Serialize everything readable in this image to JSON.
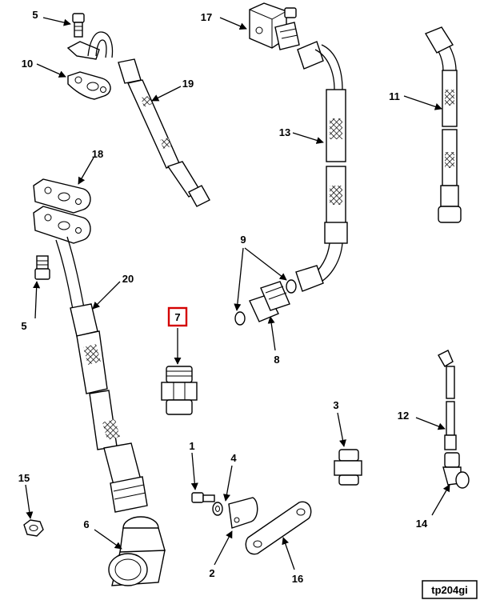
{
  "callouts": [
    {
      "id": "c1",
      "label": "1"
    },
    {
      "id": "c2",
      "label": "2"
    },
    {
      "id": "c3",
      "label": "3"
    },
    {
      "id": "c4",
      "label": "4"
    },
    {
      "id": "c5a",
      "label": "5"
    },
    {
      "id": "c5b",
      "label": "5"
    },
    {
      "id": "c6",
      "label": "6"
    },
    {
      "id": "c7",
      "label": "7",
      "highlighted": true
    },
    {
      "id": "c8",
      "label": "8"
    },
    {
      "id": "c9",
      "label": "9"
    },
    {
      "id": "c10",
      "label": "10"
    },
    {
      "id": "c11",
      "label": "11"
    },
    {
      "id": "c12",
      "label": "12"
    },
    {
      "id": "c13",
      "label": "13"
    },
    {
      "id": "c14",
      "label": "14"
    },
    {
      "id": "c15",
      "label": "15"
    },
    {
      "id": "c16",
      "label": "16"
    },
    {
      "id": "c17",
      "label": "17"
    },
    {
      "id": "c18",
      "label": "18"
    },
    {
      "id": "c19",
      "label": "19"
    },
    {
      "id": "c20",
      "label": "20"
    }
  ],
  "reference_code": "tp204gi",
  "colors": {
    "highlight": "#d40000",
    "ink": "#000000",
    "paper": "#ffffff"
  }
}
